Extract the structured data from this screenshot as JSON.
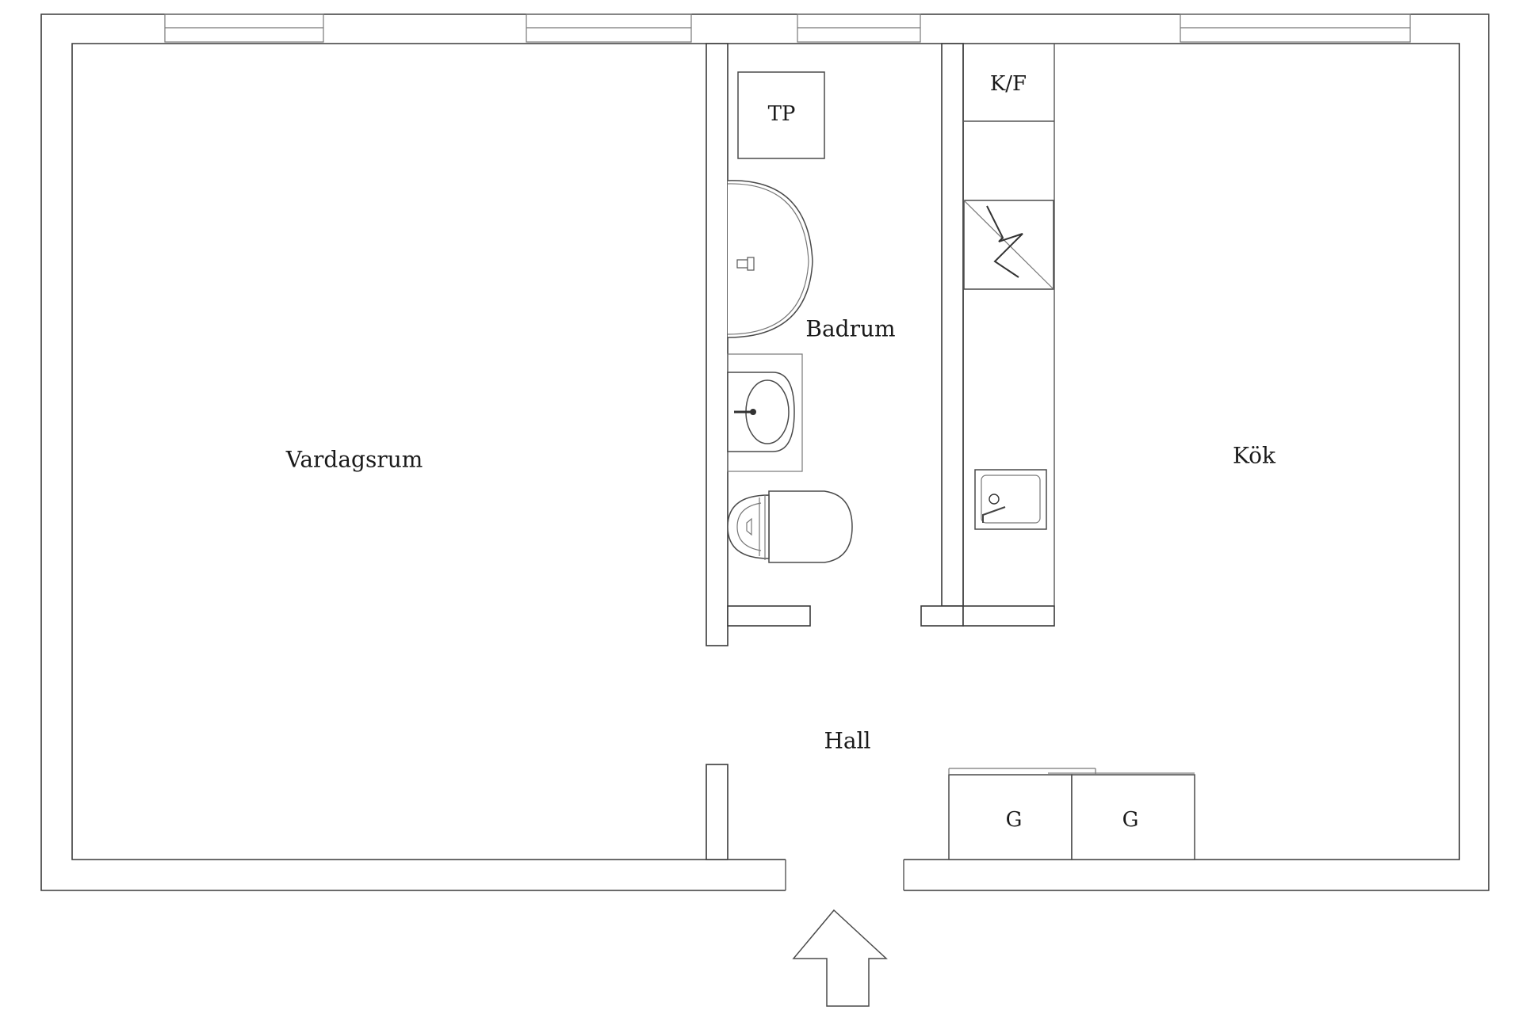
{
  "rooms": {
    "living": "Vardagsrum",
    "bath": "Badrum",
    "kitchen": "Kök",
    "hall": "Hall"
  },
  "fixtures": {
    "laundry": "TP",
    "fridge_freezer": "K/F",
    "wardrobe_1": "G",
    "wardrobe_2": "G"
  },
  "icons": {
    "entrance": "entrance-arrow-icon",
    "stove": "stove-icon",
    "sink": "kitchen-sink-icon",
    "washbasin": "washbasin-icon",
    "toilet": "toilet-icon",
    "shower": "shower-icon"
  }
}
